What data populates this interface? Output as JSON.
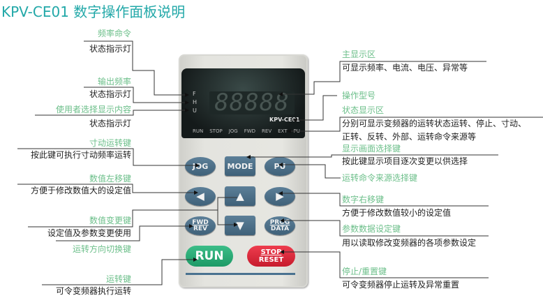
{
  "title": "KPV-CE01 数字操作面板说明",
  "panel": {
    "leds": [
      "F",
      "H",
      "U"
    ],
    "digits": "88888",
    "model": "KPV-CE01",
    "status_row": [
      "RUN",
      "STOP",
      "JOG",
      "FWD",
      "REV",
      "EXT",
      "PU"
    ],
    "buttons": {
      "jog": "JOG",
      "mode": "MODE",
      "pu": "PU",
      "left": "◀",
      "up": "▲",
      "right": "▶",
      "down": "▼",
      "fwd": "FWD",
      "rev": "REV",
      "prog": "PROG",
      "data": "DATA",
      "run": "RUN",
      "stop": "STOP",
      "reset": "RESET"
    }
  },
  "left_callouts": [
    {
      "title": "频率命令",
      "desc": "状态指示灯"
    },
    {
      "title": "输出频率",
      "desc": "状态指示灯"
    },
    {
      "title": "使用者选择显示内容",
      "desc": "状态指示灯"
    },
    {
      "title": "寸动运转键",
      "desc": "按此键可执行寸动频率运转"
    },
    {
      "title": "数值左移键",
      "desc": "方便于修改数值大的设定值"
    },
    {
      "title": "数值变更键",
      "desc": "设定值及参数变更使用"
    },
    {
      "title": "运转方向切换键"
    },
    {
      "title": "运转键",
      "desc": "可令变频器执行运转"
    }
  ],
  "right_callouts": [
    {
      "title": "主显示区",
      "desc": "可显示频率、电流、电压、异常等"
    },
    {
      "title": "操作型号"
    },
    {
      "title": "状态显示区",
      "desc": "分别可显示变频器的运转状态运转、停止、寸动、",
      "desc2": "正转、反转、外部、运转命令来源等"
    },
    {
      "title": "显示画面选择键",
      "desc": "按此键显示项目逐次变更以供选择"
    },
    {
      "title": "运转命令来源选择键"
    },
    {
      "title": "数字右移键",
      "desc": "方便于修改数值较小的设定值"
    },
    {
      "title": "参数数据设定键",
      "desc": "用以读取修改变频器的各项参数设定"
    },
    {
      "title": "停止/重置键",
      "desc": "可令变频器停止运转及异常重置"
    }
  ],
  "colors": {
    "title": "#22a8a8",
    "callout_title": "#6cbf8a",
    "key_blue": "#4a6f88",
    "run": "#22a66f",
    "stop": "#d92436"
  }
}
